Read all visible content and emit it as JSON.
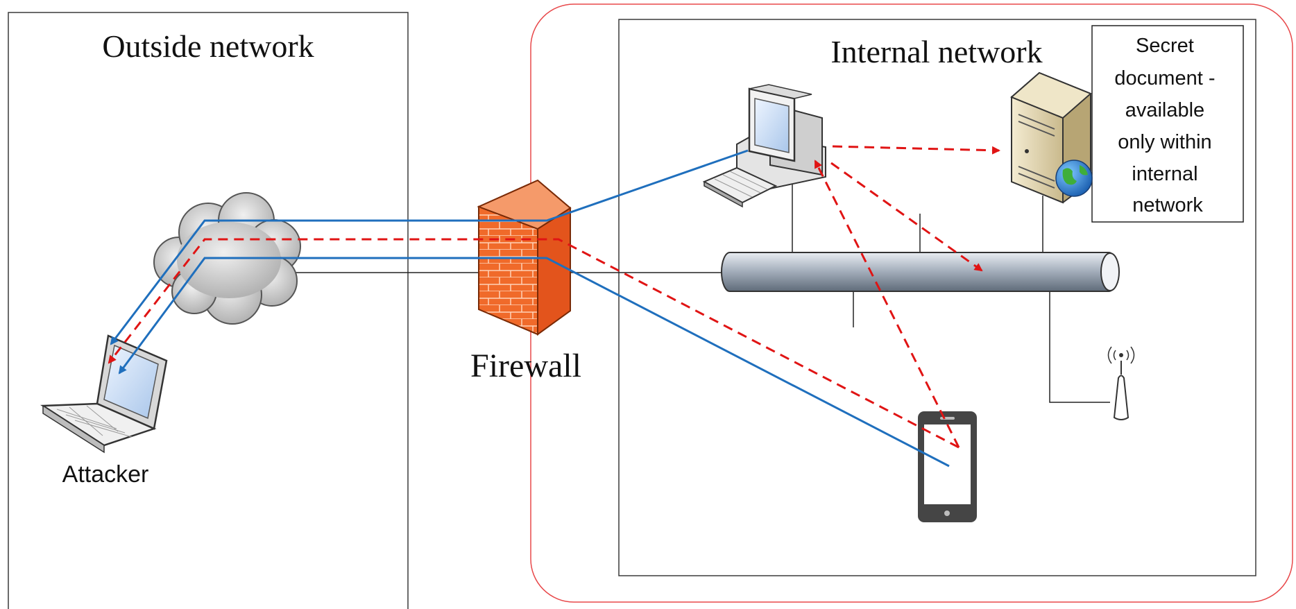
{
  "labels": {
    "outside_network": "Outside network",
    "internal_network": "Internal network",
    "firewall": "Firewall",
    "attacker": "Attacker",
    "secret_document": [
      "Secret",
      "document -",
      "available",
      "only within",
      "internal",
      "network"
    ]
  },
  "colors": {
    "zone_outline": "#e8484a",
    "flow_solid": "#1f6fbd",
    "flow_dashed": "#e01414",
    "box_border": "#3a3a3a",
    "bus_fill": "#a8b2bf",
    "firewall_brick": "#f06a2a",
    "cloud_fill": "#c8c8c8"
  },
  "icons": {
    "attacker": "laptop-icon",
    "cloud": "cloud-icon",
    "firewall": "firewall-icon",
    "workstation": "desktop-computer-icon",
    "server": "server-icon",
    "globe": "globe-icon",
    "tablet": "tablet-icon",
    "access_point": "wireless-access-point-icon",
    "bus": "network-bus-icon"
  }
}
